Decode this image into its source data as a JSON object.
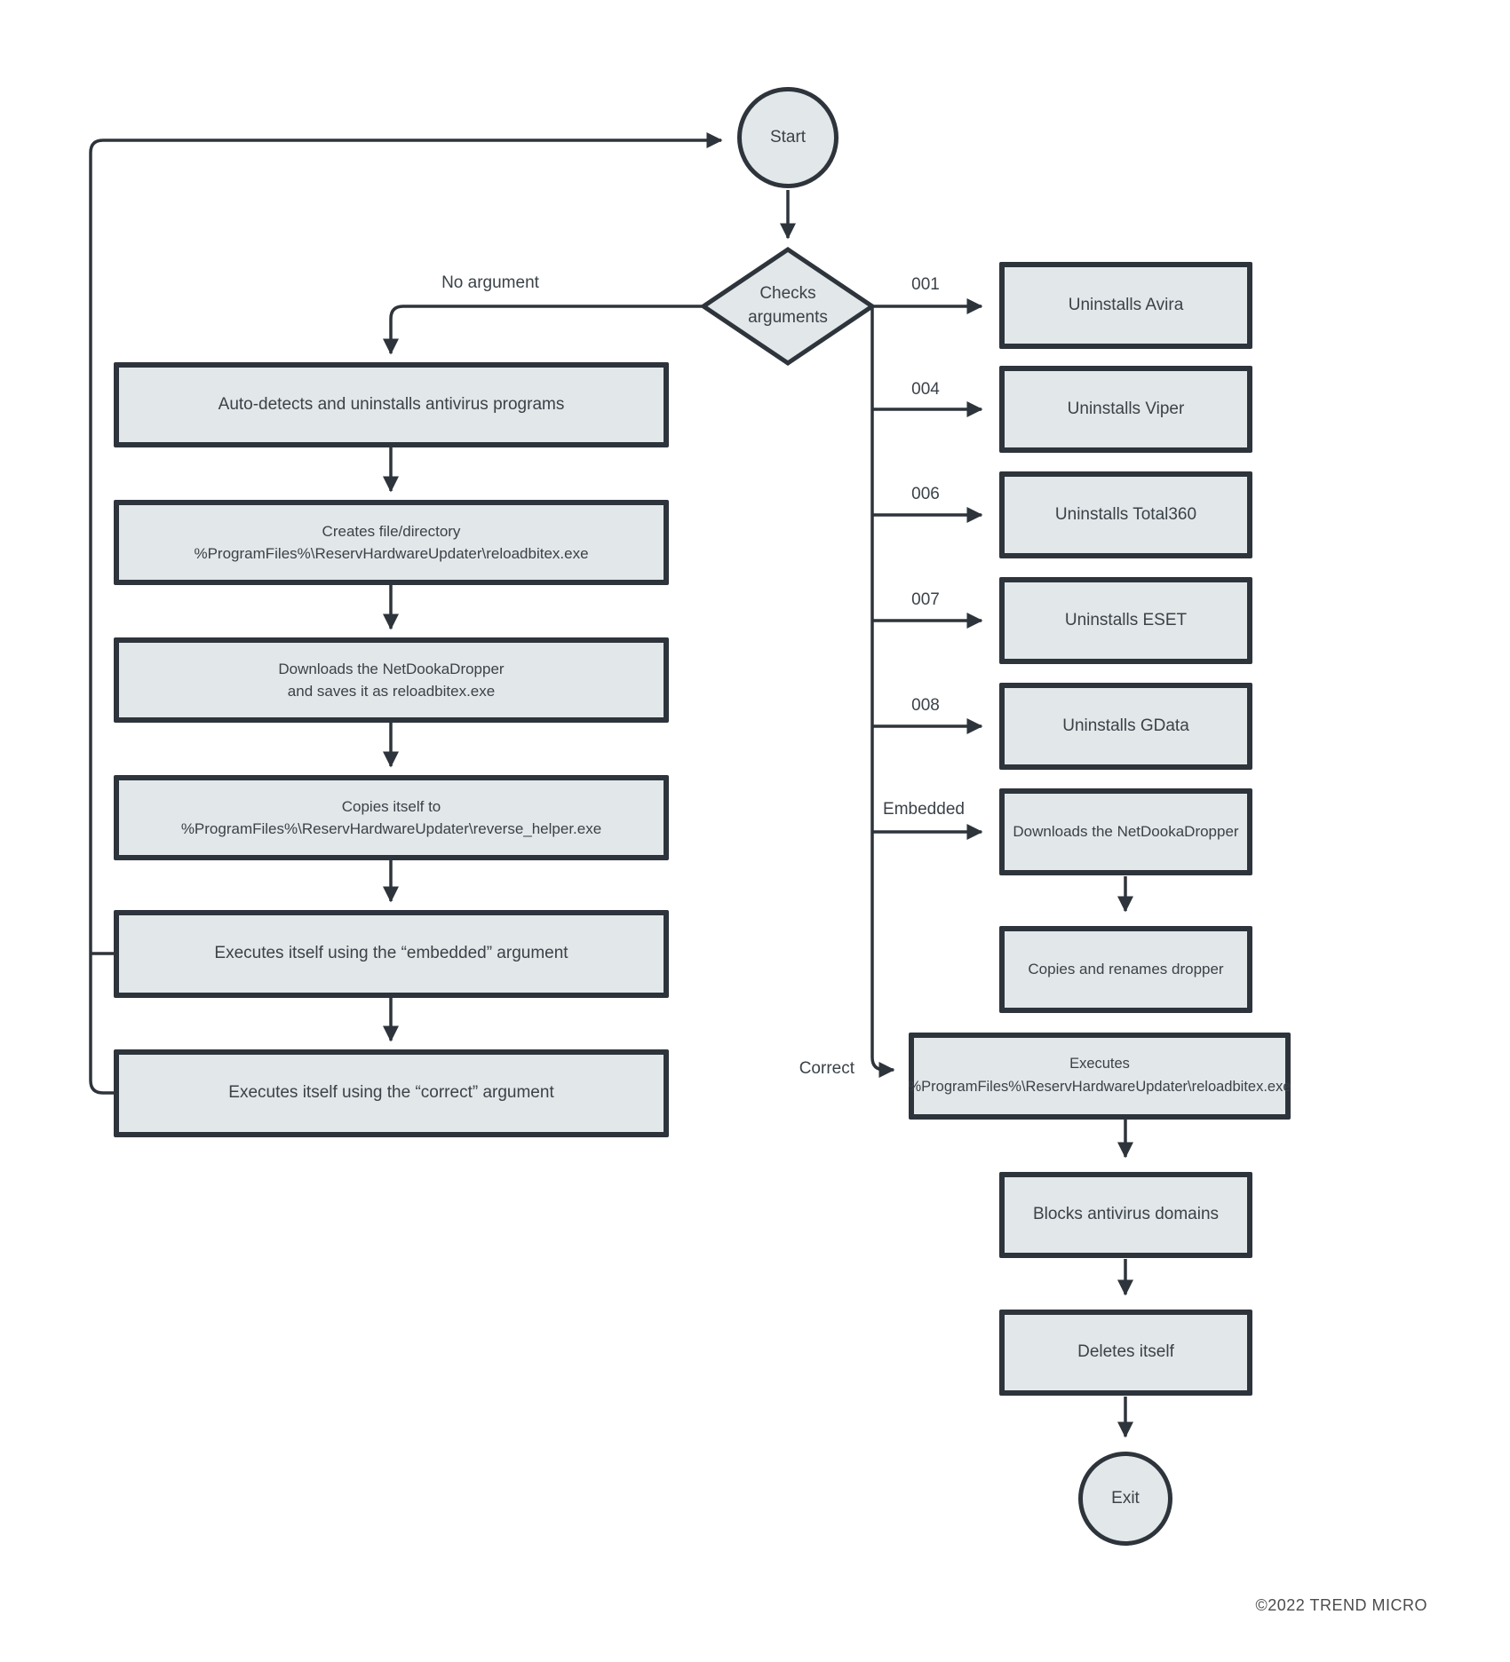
{
  "diagram": {
    "start_label": "Start",
    "decision_label": "Checks arguments",
    "branch_labels": {
      "no_argument": "No argument",
      "b001": "001",
      "b004": "004",
      "b006": "006",
      "b007": "007",
      "b008": "008",
      "embedded": "Embedded",
      "correct": "Correct"
    },
    "left_nodes": [
      {
        "lines": [
          "Auto-detects and uninstalls antivirus programs",
          ""
        ]
      },
      {
        "lines": [
          "Creates file/directory",
          "%ProgramFiles%\\ReservHardwareUpdater\\reloadbitex.exe"
        ]
      },
      {
        "lines": [
          "Downloads the NetDookaDropper",
          "and saves it as reloadbitex.exe"
        ]
      },
      {
        "lines": [
          "Copies itself to",
          "%ProgramFiles%\\ReservHardwareUpdater\\reverse_helper.exe"
        ]
      },
      {
        "lines": [
          "Executes itself using the “embedded” argument",
          ""
        ]
      },
      {
        "lines": [
          "Executes itself using the “correct” argument",
          ""
        ]
      }
    ],
    "right_nodes": [
      {
        "label": "Uninstalls Avira"
      },
      {
        "label": "Uninstalls Viper"
      },
      {
        "label": "Uninstalls Total360"
      },
      {
        "label": "Uninstalls ESET"
      },
      {
        "label": "Uninstalls GData"
      },
      {
        "label": "Downloads the NetDookaDropper"
      },
      {
        "label": "Copies and renames dropper"
      }
    ],
    "executes_node": {
      "lines": [
        "Executes",
        "%ProgramFiles%\\ReservHardwareUpdater\\reloadbitex.exe"
      ]
    },
    "blocks_node": "Blocks antivirus domains",
    "deletes_node": "Deletes itself",
    "exit_label": "Exit",
    "colors": {
      "node_fill": "#e2e7e9",
      "node_border": "#2e343b",
      "line": "#2e343b",
      "text": "#3b4248"
    },
    "footer": {
      "copyright": "©2022 TREND MICRO"
    }
  }
}
